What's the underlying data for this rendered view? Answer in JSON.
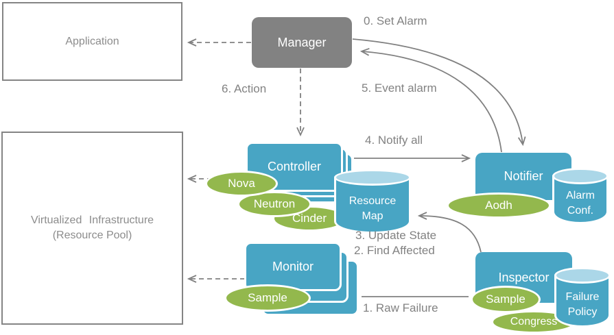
{
  "colors": {
    "node_teal": "#48a5c4",
    "cylinder_top": "#abd7e8",
    "plugin_green": "#93b84d",
    "manager_gray": "#828282",
    "connector_gray": "#808080",
    "outline_gray": "#848484",
    "outline_text_gray": "#8c8c8c",
    "node_text": "#ffffff",
    "background": "#ffffff"
  },
  "nodes": {
    "application": {
      "label": "Application"
    },
    "virtualized_infrastructure": {
      "line1": "Virtualized Infrastructure",
      "line2": "(Resource Pool)"
    },
    "manager": {
      "label": "Manager"
    },
    "controller": {
      "label": "Controller"
    },
    "monitor": {
      "label": "Monitor"
    },
    "notifier": {
      "label": "Notifier"
    },
    "inspector": {
      "label": "Inspector"
    }
  },
  "datastores": {
    "resource_map": {
      "line1": "Resource",
      "line2": "Map"
    },
    "alarm_conf": {
      "line1": "Alarm",
      "line2": "Conf."
    },
    "failure_policy": {
      "line1": "Failure",
      "line2": "Policy"
    }
  },
  "plugins": {
    "nova": {
      "label": "Nova"
    },
    "neutron": {
      "label": "Neutron"
    },
    "cinder": {
      "label": "Cinder"
    },
    "aodh": {
      "label": "Aodh"
    },
    "monitor_sample": {
      "label": "Sample"
    },
    "inspector_sample": {
      "label": "Sample"
    },
    "congress": {
      "label": "Congress"
    }
  },
  "edges": {
    "set_alarm": {
      "label": "0. Set Alarm"
    },
    "raw_failure": {
      "label": "1. Raw Failure"
    },
    "find_affected": {
      "label": "2. Find Affected"
    },
    "update_state": {
      "label": "3. Update State"
    },
    "notify_all": {
      "label": "4. Notify all"
    },
    "event_alarm": {
      "label": "5. Event alarm"
    },
    "action": {
      "label": "6. Action"
    }
  }
}
